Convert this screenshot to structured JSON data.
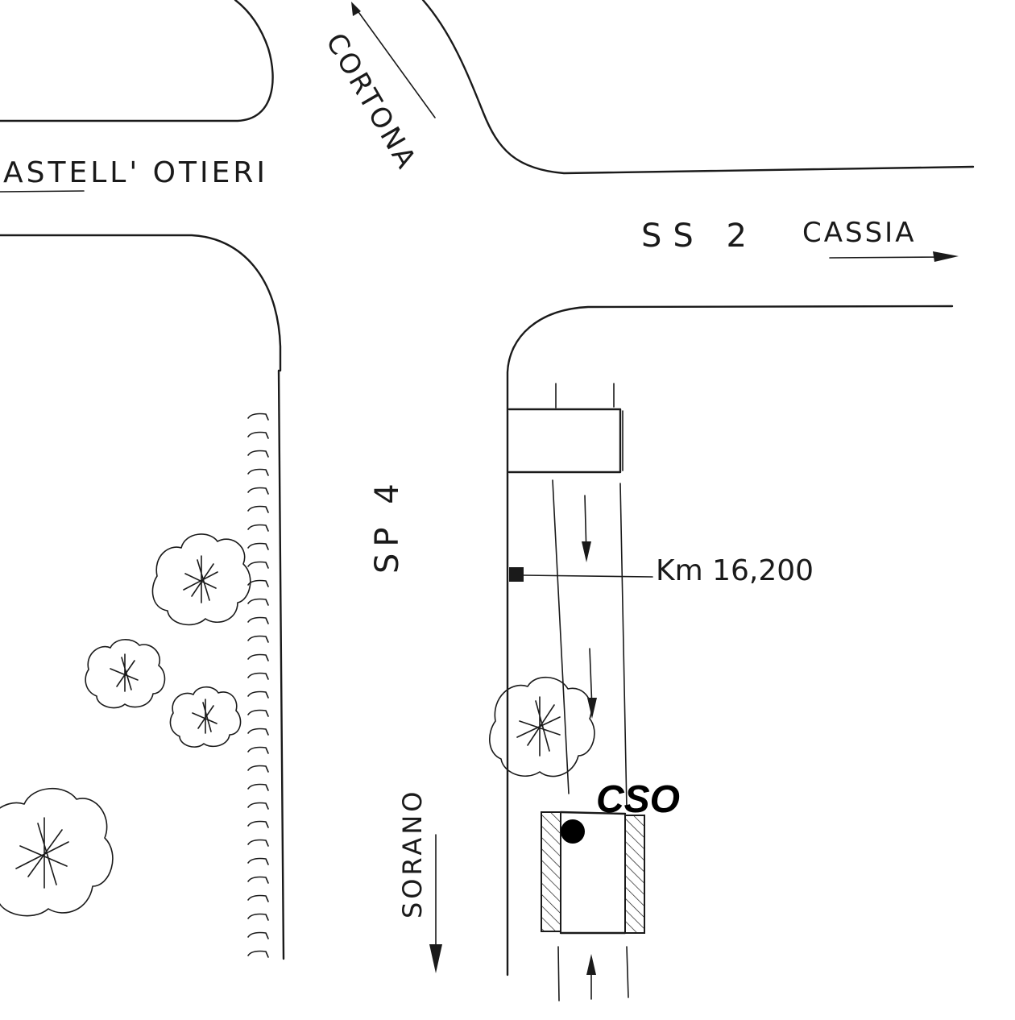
{
  "labels": {
    "castell_otieri": "ASTELL' OTIERI",
    "cortona": "CORTONA",
    "ss2": "SS 2",
    "cassia": "CASSIA",
    "sp4": "SP 4",
    "km": "Km 16,200",
    "sorano": "SORANO",
    "cso": "CSO"
  },
  "colors": {
    "ink": "#1a1a1a",
    "paper": "#ffffff",
    "marker": "#000000"
  },
  "icons": {
    "tree": "tree-icon",
    "hedge": "hedge-tick-icon",
    "arrow": "direction-arrow-icon",
    "marker": "location-marker-icon"
  }
}
